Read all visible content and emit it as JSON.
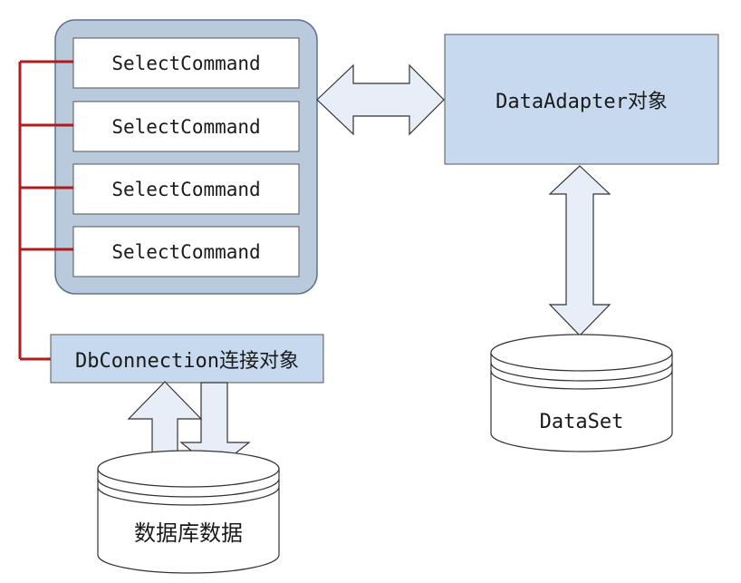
{
  "commands": [
    {
      "label": "SelectCommand"
    },
    {
      "label": "SelectCommand"
    },
    {
      "label": "SelectCommand"
    },
    {
      "label": "SelectCommand"
    }
  ],
  "adapter": {
    "label": "DataAdapter对象"
  },
  "connection": {
    "label": "DbConnection连接对象"
  },
  "database": {
    "label": "数据库数据"
  },
  "dataset": {
    "label": "DataSet"
  },
  "colors": {
    "group_fill": "#b9cadd",
    "group_stroke": "#5b7293",
    "box_fill": "#c6d9ef",
    "arrow_fill": "#e8eef8",
    "connector": "#b01c1c"
  }
}
